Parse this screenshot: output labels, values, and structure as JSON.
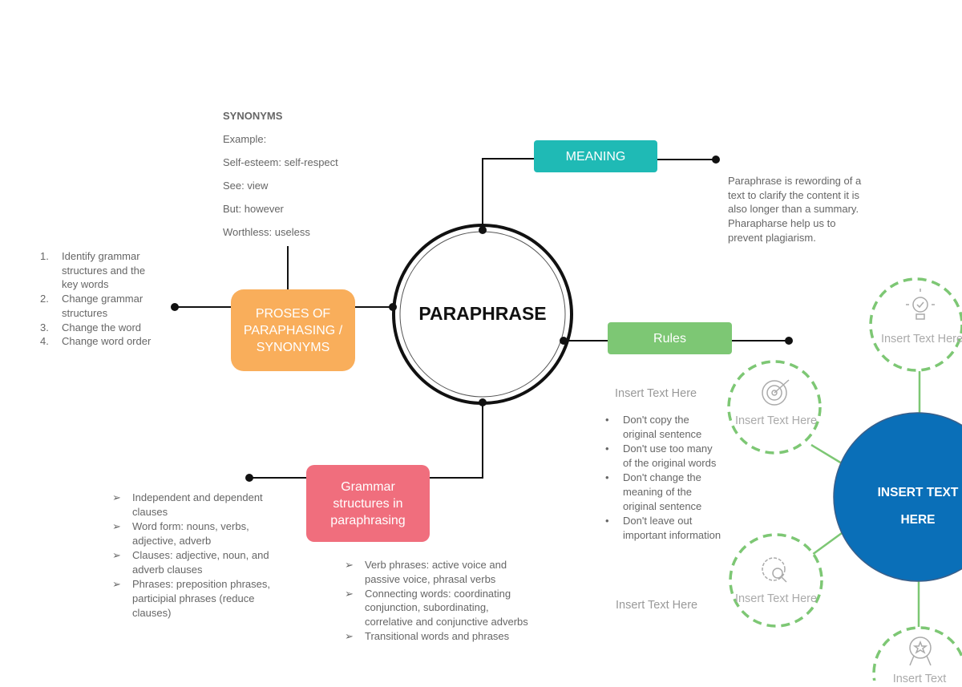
{
  "center": {
    "title": "PARAPHRASE"
  },
  "meaning": {
    "label": "MEANING",
    "color": "#1fbab5",
    "text": "Paraphrase is rewording of a text to clarify the content it is also longer than a summary. Pharapharse help us to prevent plagiarism."
  },
  "rules": {
    "label": "Rules",
    "color": "#7dc774",
    "items": [
      "Don't copy the original sentence",
      "Don't use too many of the original words",
      "Don't change the meaning of the original sentence",
      "Don't leave out important information"
    ]
  },
  "proses": {
    "label": "PROSES OF PARAPHASING / SYNONYMS",
    "color": "#f9ae5b",
    "steps": [
      "Identify grammar structures and the key words",
      "Change grammar structures",
      "Change the word",
      "Change word order"
    ]
  },
  "synonyms": {
    "heading": "SYNONYMS",
    "lines": [
      "Example:",
      "Self-esteem: self-respect",
      "See: view",
      "But: however",
      "Worthless: useless"
    ]
  },
  "grammar": {
    "label": "Grammar structures in paraphrasing",
    "color": "#f06e7d",
    "left_items": [
      "Independent and dependent clauses",
      "Word form: nouns, verbs, adjective, adverb",
      "Clauses: adjective, noun, and adverb clauses",
      "Phrases: preposition phrases, participial phrases (reduce clauses)"
    ],
    "bottom_items": [
      "Verb phrases: active voice and passive voice, phrasal verbs",
      "Connecting words: coordinating conjunction, subordinating, correlative and conjunctive adverbs",
      "Transitional words and phrases"
    ]
  },
  "placeholders": {
    "left_top": "Insert Text Here",
    "left_bottom": "Insert Text Here",
    "hub": [
      "INSERT TEXT",
      "HERE"
    ],
    "hub_color": "#0a6fb8",
    "nodes": [
      {
        "icon": "lightbulb-icon",
        "label": "Insert Text Here"
      },
      {
        "icon": "target-icon",
        "label": "Insert Text Here"
      },
      {
        "icon": "gear-search-icon",
        "label": "Insert Text Here"
      },
      {
        "icon": "award-icon",
        "label": "Insert Text"
      }
    ]
  }
}
